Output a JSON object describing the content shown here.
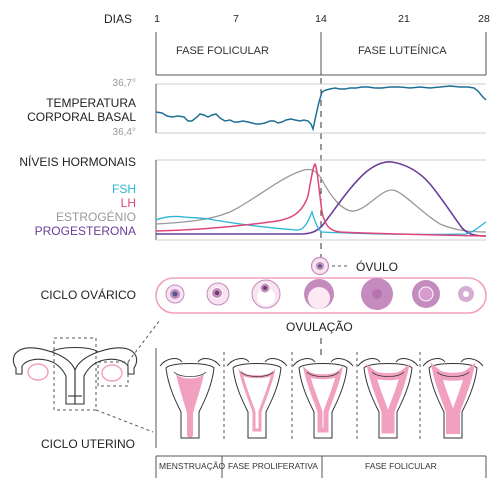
{
  "timeline": {
    "axis_label": "DIAS",
    "ticks": [
      "1",
      "7",
      "14",
      "21",
      "28"
    ],
    "phase_left": "FASE FOLICULAR",
    "phase_right": "FASE LUTEÍNICA"
  },
  "temperature": {
    "title_line1": "TEMPERATURA",
    "title_line2": "CORPORAL BASAL",
    "max_label": "36,7°",
    "min_label": "36,4°"
  },
  "hormones": {
    "title": "NÍVEIS HORMONAIS",
    "fsh": "FSH",
    "lh": "LH",
    "estrogen": "ESTROGÉNIO",
    "progesterone": "PROGESTERONA"
  },
  "ovarian": {
    "title": "CICLO OVÁRICO",
    "ovum_label": "ÓVULO",
    "ovulation_label": "OVULAÇÃO"
  },
  "uterine": {
    "title": "CICLO UTERINO",
    "phase1": "MENSTRUAÇÃO",
    "phase2": "FASE PROLIFERATIVA",
    "phase3": "FASE FOLICULAR"
  },
  "colors": {
    "temperature": "#1f6f96",
    "fsh": "#29b6d9",
    "lh": "#e0457b",
    "estrogen": "#999999",
    "progesterone": "#6a3d9a",
    "pink_fill": "#f2a0c0",
    "follicle_fill": "#c48bbf"
  }
}
